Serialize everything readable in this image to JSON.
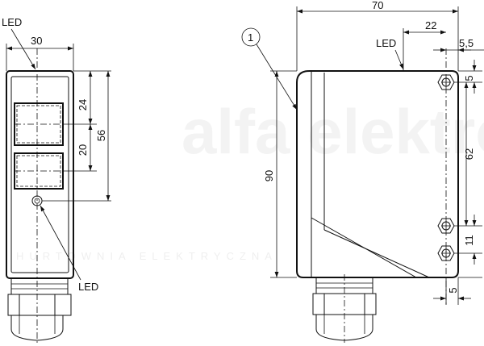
{
  "watermark": {
    "brand": "alfa elektro",
    "tagline": "HURTOWNIA ELEKTRYCZNA"
  },
  "front_view": {
    "led_top_label": "LED",
    "led_bottom_label": "LED",
    "dim_width": "30",
    "dim_window": "24",
    "dim_gap": "20",
    "dim_height": "56"
  },
  "side_view": {
    "callout": "1",
    "led_label": "LED",
    "dim_length": "70",
    "dim_offset": "22",
    "dim_edge": "5,5",
    "dim_top": "5",
    "dim_height": "90",
    "dim_holes": "62",
    "dim_pitch": "11",
    "dim_bottom": "5"
  }
}
